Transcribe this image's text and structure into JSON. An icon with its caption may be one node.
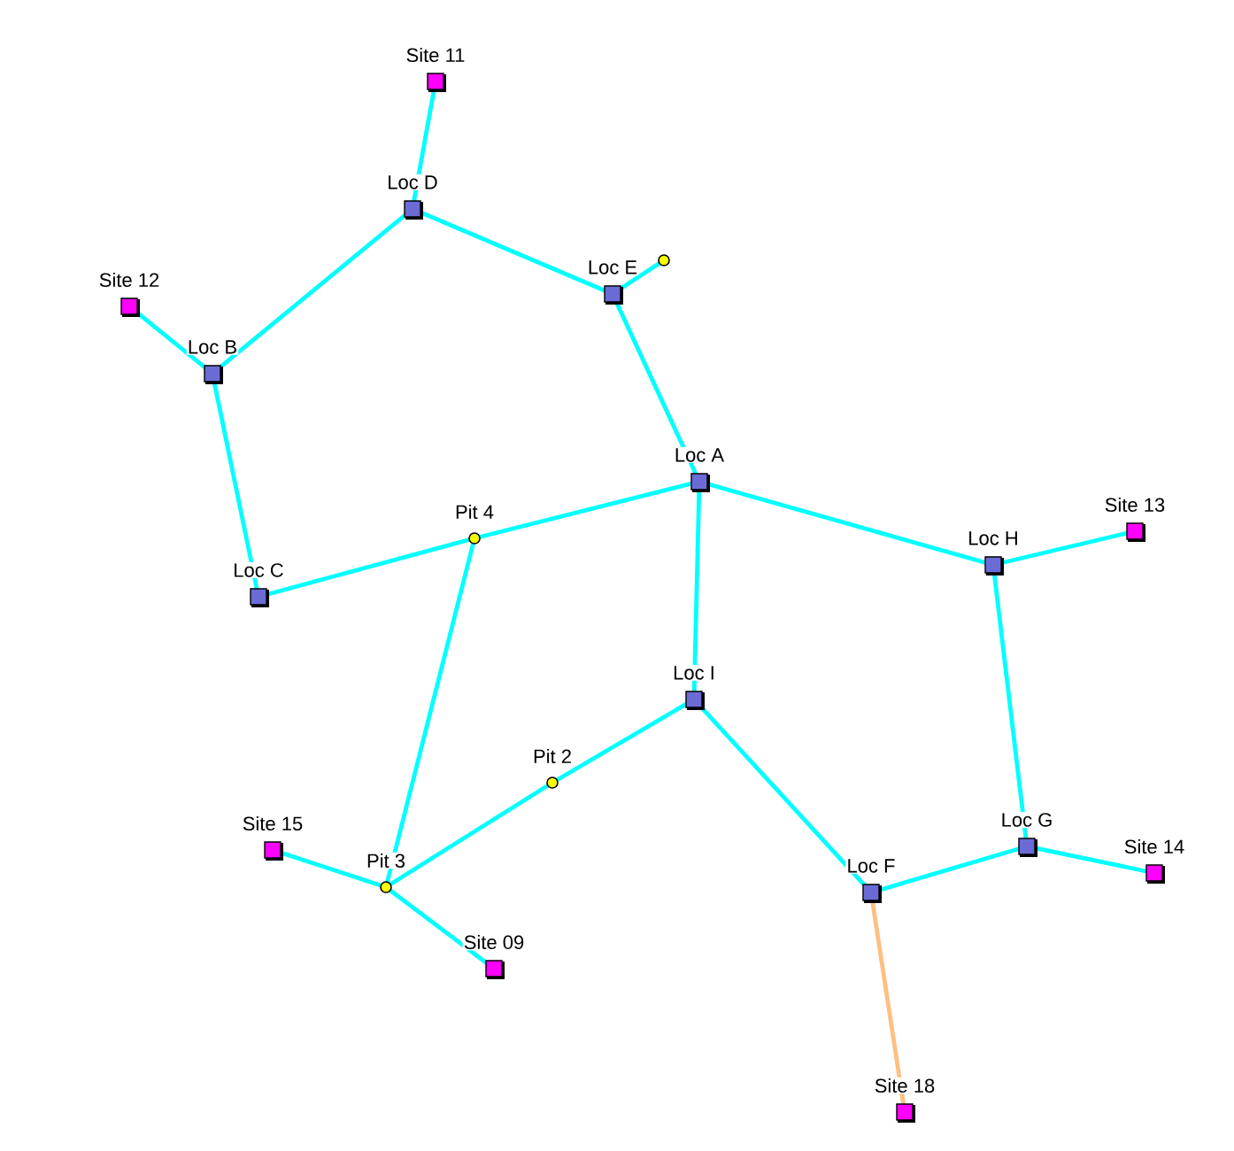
{
  "diagram": {
    "nodes": [
      {
        "text": [
          "Site 11"
        ]
      },
      {
        "text": [
          "Loc D"
        ]
      },
      {
        "text": [
          "Site 12"
        ]
      },
      {
        "text": [
          "Loc E"
        ]
      },
      {
        "text": [],
        "shape": "circle"
      },
      {
        "text": [
          "Loc B"
        ]
      },
      {
        "text": [
          "Loc A"
        ]
      },
      {
        "text": [
          "Pit 4"
        ]
      },
      {
        "text": [
          "Site 13"
        ]
      },
      {
        "text": [
          "Loc H"
        ]
      },
      {
        "text": [
          "Loc C"
        ]
      },
      {
        "text": [
          "Loc I"
        ]
      },
      {
        "text": [
          "Pit 2"
        ]
      },
      {
        "text": [
          "Loc G"
        ]
      },
      {
        "text": [
          "Site 15"
        ]
      },
      {
        "text": [
          "Site 14"
        ]
      },
      {
        "text": [
          "Pit 3"
        ]
      },
      {
        "text": [
          "Loc F"
        ]
      },
      {
        "text": [
          "Site 09"
        ]
      },
      {
        "text": [
          "Site 18"
        ]
      }
    ],
    "edges": [
      {
        "from": 0,
        "to": 1,
        "arrow": "none"
      },
      {
        "from": 1,
        "to": 5,
        "arrow": "none"
      },
      {
        "from": 2,
        "to": 5,
        "arrow": "none"
      },
      {
        "from": 1,
        "to": 3,
        "arrow": "none"
      },
      {
        "from": 3,
        "to": 4,
        "arrow": "none"
      },
      {
        "from": 3,
        "to": 6,
        "arrow": "none"
      },
      {
        "from": 5,
        "to": 10,
        "arrow": "none"
      },
      {
        "from": 10,
        "to": 7,
        "arrow": "none"
      },
      {
        "from": 7,
        "to": 6,
        "arrow": "none"
      },
      {
        "from": 6,
        "to": 9,
        "arrow": "none"
      },
      {
        "from": 6,
        "to": 11,
        "arrow": "none"
      },
      {
        "from": 9,
        "to": 8,
        "arrow": "none"
      },
      {
        "from": 9,
        "to": 13,
        "arrow": "none"
      },
      {
        "from": 7,
        "to": 16,
        "arrow": "none"
      },
      {
        "from": 16,
        "to": 12,
        "arrow": "none"
      },
      {
        "from": 12,
        "to": 11,
        "arrow": "none"
      },
      {
        "from": 11,
        "to": 17,
        "arrow": "none"
      },
      {
        "from": 17,
        "to": 13,
        "arrow": "none"
      },
      {
        "from": 13,
        "to": 15,
        "arrow": "none"
      },
      {
        "from": 14,
        "to": 16,
        "arrow": "none"
      },
      {
        "from": 16,
        "to": 18,
        "arrow": "none"
      },
      {
        "from": 17,
        "to": 19,
        "arrow": "none",
        "color": "#ffbf80"
      }
    ]
  }
}
